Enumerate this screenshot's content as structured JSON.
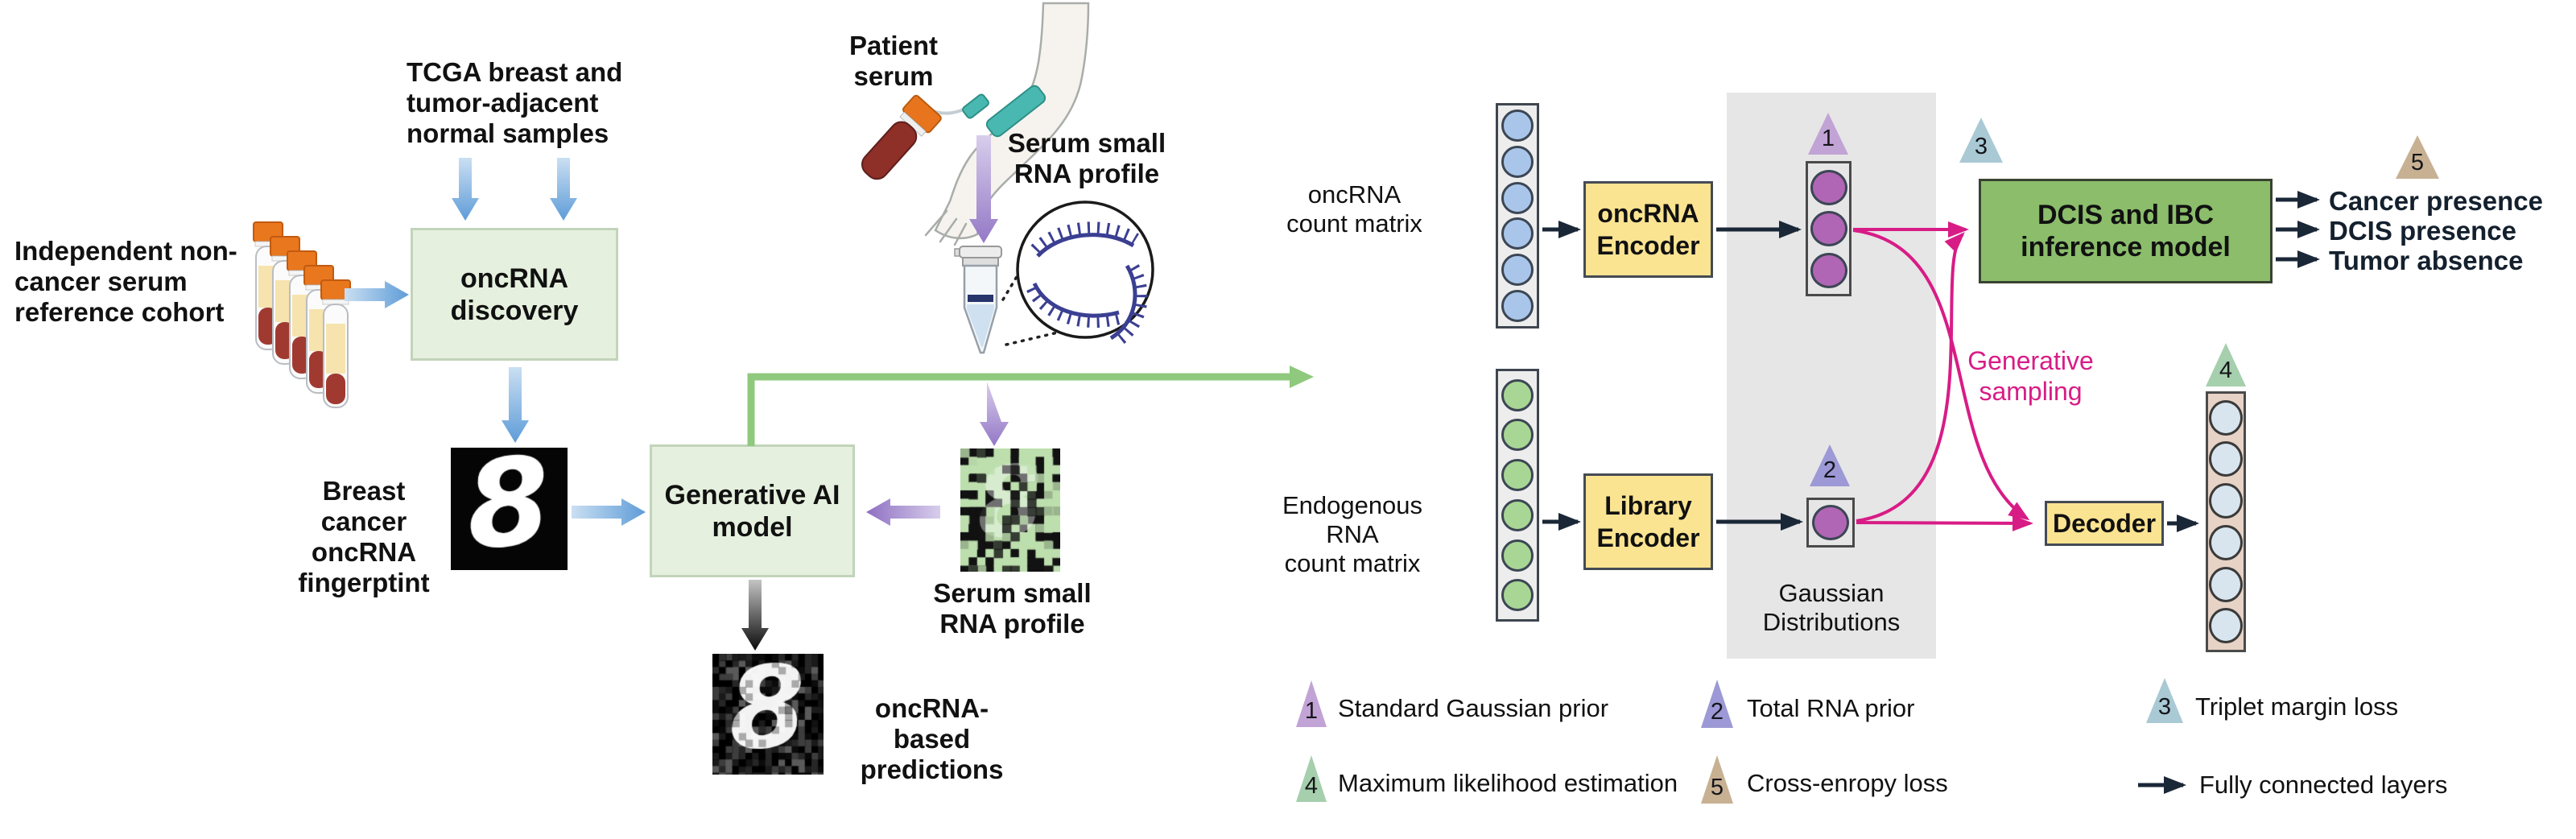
{
  "figure": "oncRNA discovery and generative AI model workflow",
  "left": {
    "cohort": [
      "Independent non-",
      "cancer serum",
      "reference cohort"
    ],
    "tcga": [
      "TCGA breast and",
      "tumor-adjacent",
      "normal samples"
    ],
    "discovery": [
      "oncRNA",
      "discovery"
    ],
    "fingerprint": [
      "Breast cancer",
      "oncRNA",
      "fingerptint"
    ],
    "generative": [
      "Generative AI",
      "model"
    ],
    "patient": [
      "Patient",
      "serum"
    ],
    "serum_top": [
      "Serum small",
      "RNA profile"
    ],
    "serum_bottom": [
      "Serum small",
      "RNA profile"
    ],
    "predictions": [
      "oncRNA-based",
      "predictions"
    ]
  },
  "right": {
    "oncrna_matrix": [
      "oncRNA",
      "count matrix"
    ],
    "endogenous_matrix": [
      "Endogenous RNA",
      "count matrix"
    ],
    "oncrna_encoder": [
      "oncRNA",
      "Encoder"
    ],
    "library_encoder": [
      "Library",
      "Encoder"
    ],
    "gaussian": [
      "Gaussian",
      "Distributions"
    ],
    "sampling": [
      "Generative",
      "sampling"
    ],
    "dcis": [
      "DCIS and IBC",
      "inference model"
    ],
    "decoder": "Decoder",
    "outputs": [
      "Cancer presence",
      "DCIS presence",
      "Tumor absence"
    ]
  },
  "legend": {
    "items": [
      {
        "num": "1",
        "label": "Standard Gaussian prior"
      },
      {
        "num": "2",
        "label": "Total RNA prior"
      },
      {
        "num": "3",
        "label": "Triplet margin loss"
      },
      {
        "num": "4",
        "label": "Maximum likelihood estimation"
      },
      {
        "num": "5",
        "label": "Cross-enropy loss"
      },
      {
        "num": "",
        "label": "Fully connected layers"
      }
    ]
  },
  "colors": {
    "light_green_box": "#E5F0DE",
    "light_green_border": "#C2D4BA",
    "inference_green": "#8BBD6B",
    "encoder_yellow": "#FBE491",
    "panel_gray": "#E6E6E6",
    "pink": "#D81C86",
    "navy_arrow": "#1A2737",
    "blue_arrow": "#5E9CD8",
    "purple_arrow": "#8E6FC2",
    "green_arrow": "#8FC97D",
    "blue_node": "#A9C6EA",
    "green_node": "#A8D694",
    "purple_node": "#B066B4",
    "output_node": "#D9E5EE",
    "output_box": "#E7D2C6",
    "tri1": "#C2A3D6",
    "tri2": "#9C99D6",
    "tri3": "#A9C9D4",
    "tri4": "#A6CFAD",
    "tri5": "#C8B193"
  }
}
